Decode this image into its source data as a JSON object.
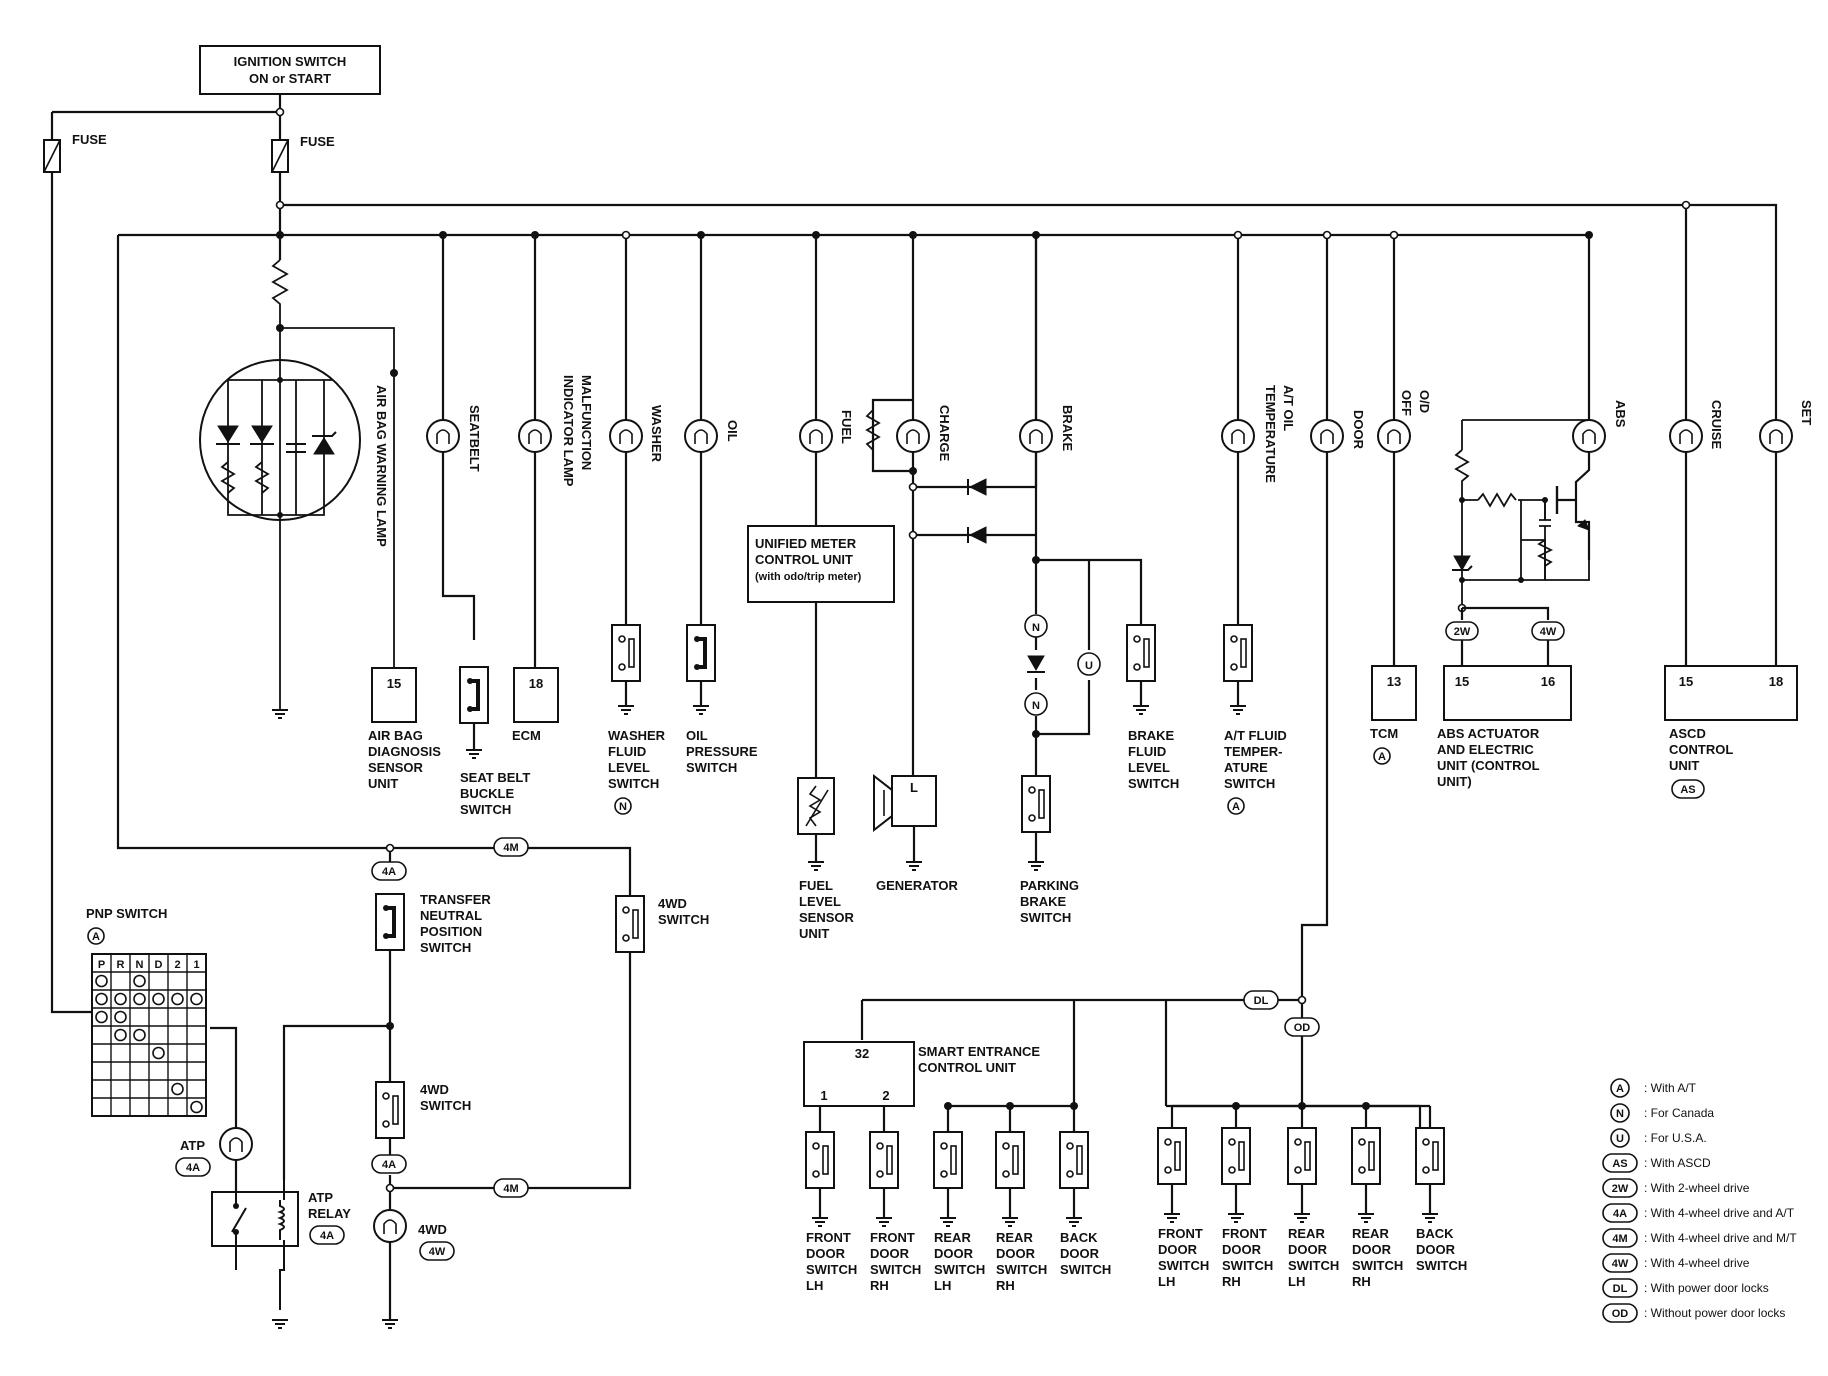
{
  "ignition": {
    "line1": "IGNITION SWITCH",
    "line2": "ON or START"
  },
  "fuse_label": "FUSE",
  "lamps": {
    "airbag": "AIR BAG WARNING LAMP",
    "seatbelt": "SEATBELT",
    "malfunction_1": "MALFUNCTION",
    "malfunction_2": "INDICATOR LAMP",
    "washer": "WASHER",
    "oil": "OIL",
    "fuel": "FUEL",
    "charge": "CHARGE",
    "brake": "BRAKE",
    "at_oil_1": "A/T OIL",
    "at_oil_2": "TEMPERATURE",
    "door": "DOOR",
    "od_1": "O/D",
    "od_2": "OFF",
    "abs": "ABS",
    "cruise": "CRUISE",
    "set": "SET"
  },
  "umcu": {
    "line1": "UNIFIED METER",
    "line2": "CONTROL UNIT",
    "line3": "(with odo/trip meter)"
  },
  "pins": {
    "airbag": "15",
    "ecm": "18",
    "tcm": "13",
    "abs_a": "15",
    "abs_b": "16",
    "ascd_a": "15",
    "ascd_b": "18",
    "smart_top": "32",
    "smart_1": "1",
    "smart_2": "2",
    "generator": "L"
  },
  "labels": {
    "airbag_unit": [
      "AIR BAG",
      "DIAGNOSIS",
      "SENSOR",
      "UNIT"
    ],
    "seatbelt_switch": [
      "SEAT BELT",
      "BUCKLE",
      "SWITCH"
    ],
    "ecm": "ECM",
    "washer_switch": [
      "WASHER",
      "FLUID",
      "LEVEL",
      "SWITCH"
    ],
    "oil_switch": [
      "OIL",
      "PRESSURE",
      "SWITCH"
    ],
    "fuel_sensor": [
      "FUEL",
      "LEVEL",
      "SENSOR",
      "UNIT"
    ],
    "generator": "GENERATOR",
    "parking_brake": [
      "PARKING",
      "BRAKE",
      "SWITCH"
    ],
    "brake_fluid": [
      "BRAKE",
      "FLUID",
      "LEVEL",
      "SWITCH"
    ],
    "at_fluid": [
      "A/T FLUID",
      "TEMPER-",
      "ATURE",
      "SWITCH"
    ],
    "tcm": "TCM",
    "abs_unit": [
      "ABS ACTUATOR",
      "AND ELECTRIC",
      "UNIT (CONTROL",
      "UNIT)"
    ],
    "ascd_unit": [
      "ASCD",
      "CONTROL",
      "UNIT"
    ],
    "pnp": "PNP SWITCH",
    "pnp_cols": [
      "P",
      "R",
      "N",
      "D",
      "2",
      "1"
    ],
    "transfer": [
      "TRANSFER",
      "NEUTRAL",
      "POSITION",
      "SWITCH"
    ],
    "wd_switch_a": [
      "4WD",
      "SWITCH"
    ],
    "wd_switch_b": [
      "4WD",
      "SWITCH"
    ],
    "atp": "ATP",
    "atp_relay": [
      "ATP",
      "RELAY"
    ],
    "wd_lamp": "4WD",
    "smart_entrance": [
      "SMART ENTRANCE",
      "CONTROL UNIT"
    ],
    "door_group_1": [
      [
        "FRONT",
        "DOOR",
        "SWITCH",
        "LH"
      ],
      [
        "FRONT",
        "DOOR",
        "SWITCH",
        "RH"
      ],
      [
        "REAR",
        "DOOR",
        "SWITCH",
        "LH"
      ],
      [
        "REAR",
        "DOOR",
        "SWITCH",
        "RH"
      ],
      [
        "BACK",
        "DOOR",
        "SWITCH"
      ]
    ],
    "door_group_2": [
      [
        "FRONT",
        "DOOR",
        "SWITCH",
        "LH"
      ],
      [
        "FRONT",
        "DOOR",
        "SWITCH",
        "RH"
      ],
      [
        "REAR",
        "DOOR",
        "SWITCH",
        "LH"
      ],
      [
        "REAR",
        "DOOR",
        "SWITCH",
        "RH"
      ],
      [
        "BACK",
        "DOOR",
        "SWITCH"
      ]
    ]
  },
  "badges": {
    "A": "A",
    "N": "N",
    "U": "U",
    "AS": "AS",
    "2W": "2W",
    "4A": "4A",
    "4M": "4M",
    "4W": "4W",
    "DL": "DL",
    "OD": "OD"
  },
  "legend": [
    {
      "code": "A",
      "text": ": With A/T"
    },
    {
      "code": "N",
      "text": ": For Canada"
    },
    {
      "code": "U",
      "text": ": For U.S.A."
    },
    {
      "code": "AS",
      "text": ": With ASCD"
    },
    {
      "code": "2W",
      "text": ": With 2-wheel drive"
    },
    {
      "code": "4A",
      "text": ": With 4-wheel drive and A/T"
    },
    {
      "code": "4M",
      "text": ": With 4-wheel drive and M/T"
    },
    {
      "code": "4W",
      "text": ": With 4-wheel drive"
    },
    {
      "code": "DL",
      "text": ": With power door locks"
    },
    {
      "code": "OD",
      "text": ": Without power door locks"
    }
  ]
}
